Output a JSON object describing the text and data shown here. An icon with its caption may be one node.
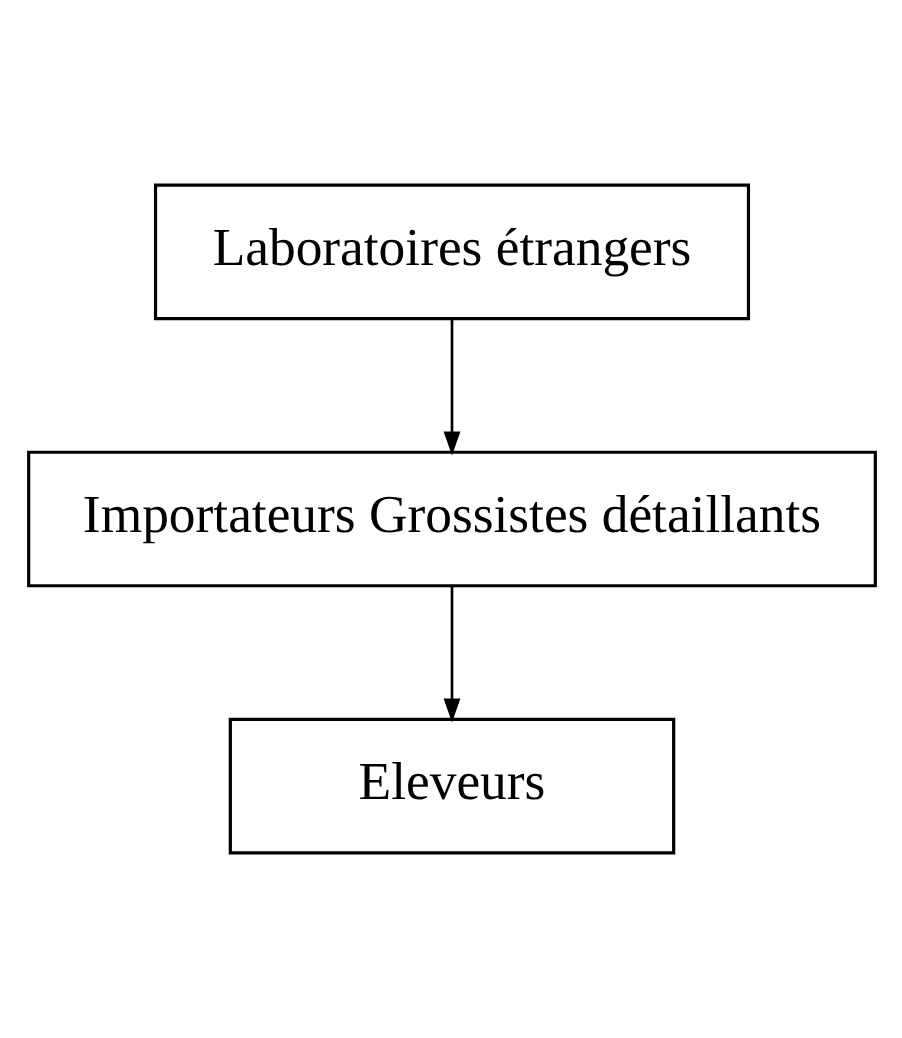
{
  "diagram": {
    "nodes": [
      {
        "text": [
          "Laboratoires étrangers"
        ]
      },
      {
        "text": [
          "Importateurs Grossistes détaillants"
        ]
      },
      {
        "text": [
          "Eleveurs"
        ]
      }
    ],
    "edges": [
      {
        "from": 0,
        "to": 1,
        "arrow": "to"
      },
      {
        "from": 1,
        "to": 2,
        "arrow": "to"
      }
    ]
  }
}
